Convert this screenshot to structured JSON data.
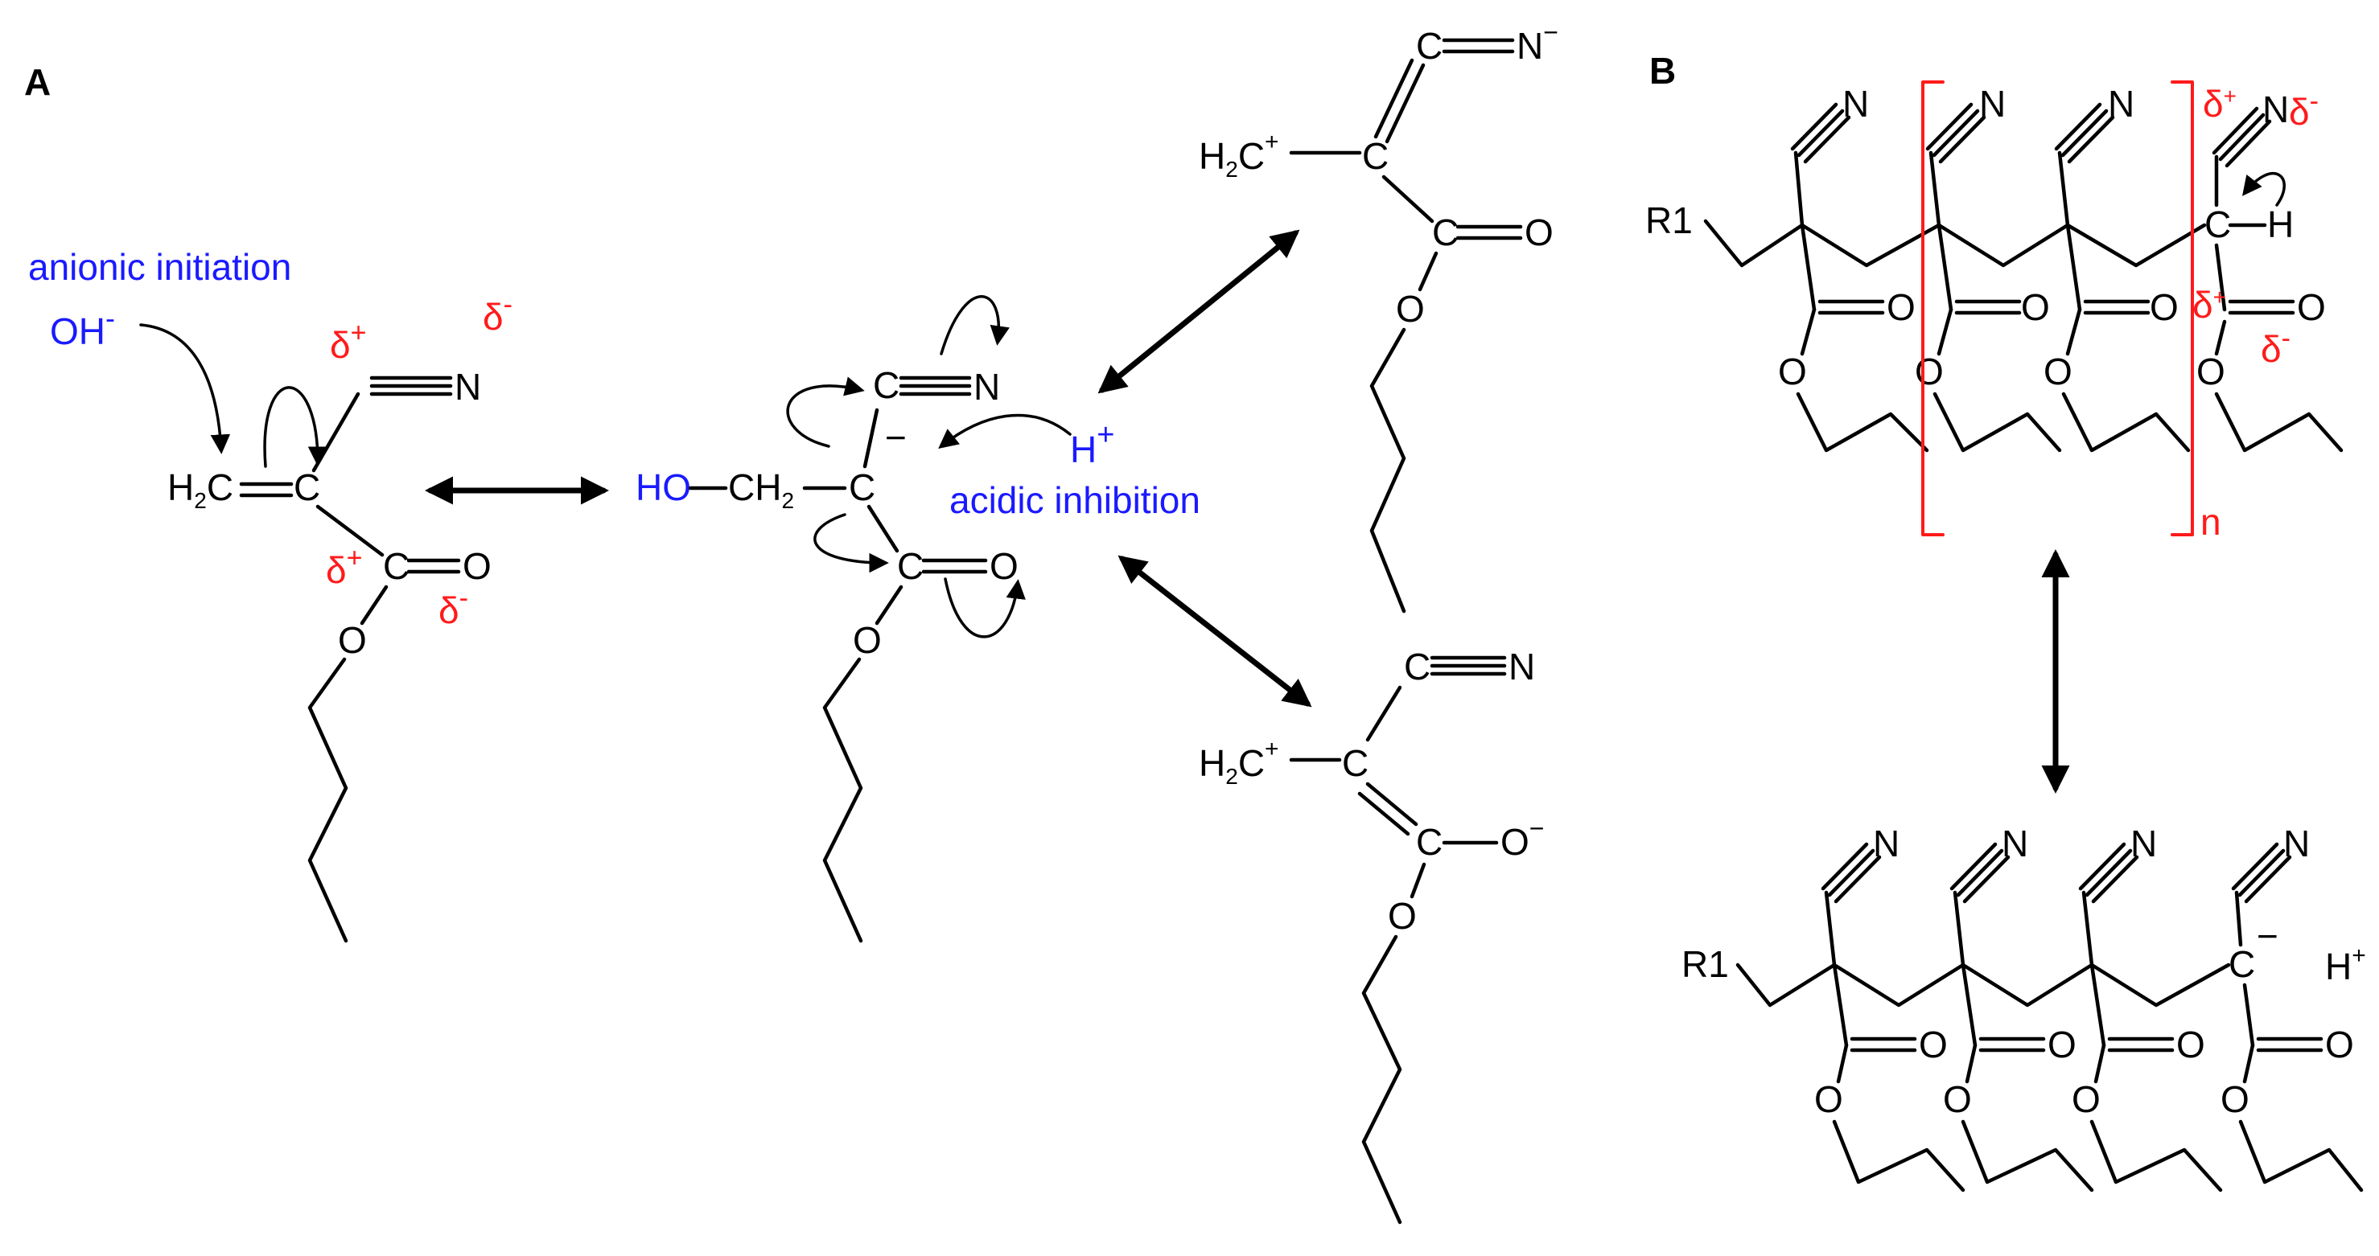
{
  "panels": {
    "a": "A",
    "b": "B"
  },
  "labels": {
    "anionic_initiation": "anionic initiation",
    "acidic_inhibition": "acidic inhibition",
    "oh": "OH",
    "h": "H",
    "r1": "R1",
    "repeat_n": "n",
    "ho": "HO",
    "ch2": "CH",
    "h2c": "H",
    "sub2": "2",
    "carbon": "C",
    "nitrogen": "N",
    "oxygen": "O",
    "delta": "δ",
    "plus": "+",
    "minus": "−",
    "minus_plain": "-"
  },
  "colors": {
    "ink": "#000000",
    "charge": "#ff1a1a",
    "reagent": "#1a1aff"
  }
}
